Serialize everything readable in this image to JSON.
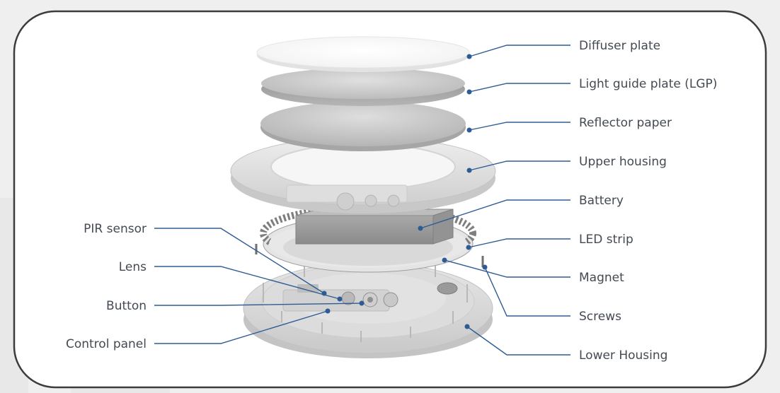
{
  "colors": {
    "background": "#efefef",
    "frame_fill": "#ffffff",
    "frame_stroke": "#3c3c3c",
    "leader": "#2f5b94",
    "label_text": "#444a52"
  },
  "labels": {
    "diffuser_plate": "Diffuser plate",
    "light_guide_plate": "Light guide plate (LGP)",
    "reflector_paper": "Reflector paper",
    "upper_housing": "Upper housing",
    "battery": "Battery",
    "led_strip": "LED strip",
    "magnet": "Magnet",
    "screws": "Screws",
    "lower_housing": "Lower Housing",
    "pir_sensor": "PIR sensor",
    "lens": "Lens",
    "button": "Button",
    "control_panel": "Control panel"
  }
}
